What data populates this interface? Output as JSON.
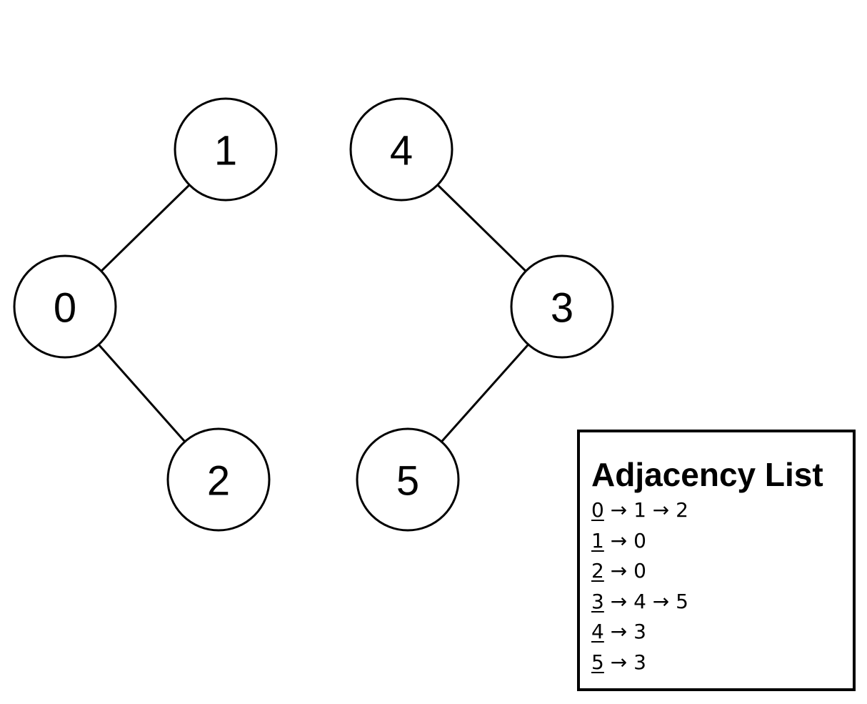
{
  "diagram": {
    "nodes": [
      {
        "id": "0",
        "label": "0"
      },
      {
        "id": "1",
        "label": "1"
      },
      {
        "id": "2",
        "label": "2"
      },
      {
        "id": "3",
        "label": "3"
      },
      {
        "id": "4",
        "label": "4"
      },
      {
        "id": "5",
        "label": "5"
      }
    ],
    "edges": [
      {
        "from": "0",
        "to": "1"
      },
      {
        "from": "0",
        "to": "2"
      },
      {
        "from": "3",
        "to": "4"
      },
      {
        "from": "3",
        "to": "5"
      }
    ]
  },
  "legend": {
    "title": "Adjacency List",
    "rows": [
      {
        "node": "0",
        "rest": " → 1 → 2"
      },
      {
        "node": "1",
        "rest": " → 0"
      },
      {
        "node": "2",
        "rest": " → 0"
      },
      {
        "node": "3",
        "rest": " → 4 → 5"
      },
      {
        "node": "4",
        "rest": " → 3"
      },
      {
        "node": "5",
        "rest": " → 3"
      }
    ]
  }
}
